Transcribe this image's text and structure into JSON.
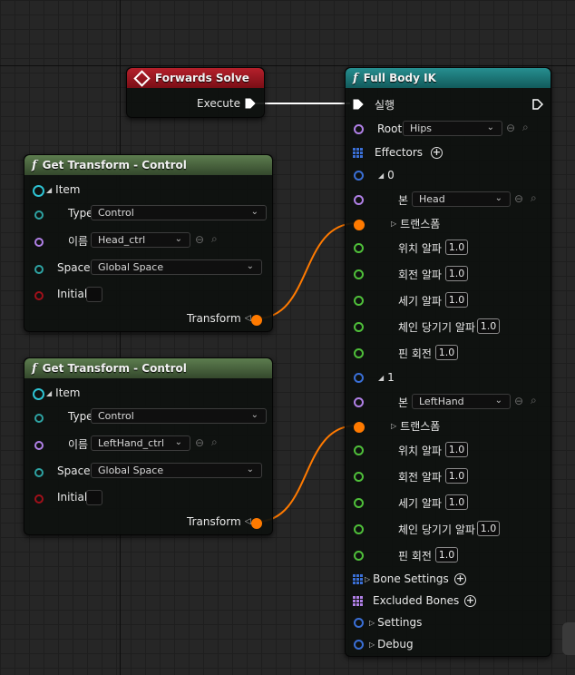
{
  "forwards_solve": {
    "title": "Forwards Solve",
    "execute_label": "Execute"
  },
  "gt1": {
    "title": "Get Transform - Control",
    "item_label": "Item",
    "type_label": "Type",
    "type_value": "Control",
    "name_label": "이름",
    "name_value": "Head_ctrl",
    "space_label": "Space",
    "space_value": "Global Space",
    "initial_label": "Initial",
    "transform_label": "Transform"
  },
  "gt2": {
    "title": "Get Transform - Control",
    "item_label": "Item",
    "type_label": "Type",
    "type_value": "Control",
    "name_label": "이름",
    "name_value": "LeftHand_ctrl",
    "space_label": "Space",
    "space_value": "Global Space",
    "initial_label": "Initial",
    "transform_label": "Transform"
  },
  "fbik": {
    "title": "Full Body IK",
    "exec_label": "실행",
    "root_label": "Root",
    "root_value": "Hips",
    "effectors_label": "Effectors",
    "effectors": [
      {
        "index": "0",
        "bone_label": "본",
        "bone_value": "Head",
        "transform_label": "트랜스폼",
        "pos_alpha_label": "위치 알파",
        "pos_alpha": "1.0",
        "rot_alpha_label": "회전 알파",
        "rot_alpha": "1.0",
        "strength_alpha_label": "세기 알파",
        "strength_alpha": "1.0",
        "pull_chain_label": "체인 당기기 알파",
        "pull_chain": "1.0",
        "pin_rot_label": "핀 회전",
        "pin_rot": "1.0"
      },
      {
        "index": "1",
        "bone_label": "본",
        "bone_value": "LeftHand",
        "transform_label": "트랜스폼",
        "pos_alpha_label": "위치 알파",
        "pos_alpha": "1.0",
        "rot_alpha_label": "회전 알파",
        "rot_alpha": "1.0",
        "strength_alpha_label": "세기 알파",
        "strength_alpha": "1.0",
        "pull_chain_label": "체인 당기기 알파",
        "pull_chain": "1.0",
        "pin_rot_label": "핀 회전",
        "pin_rot": "1.0"
      }
    ],
    "bone_settings_label": "Bone Settings",
    "excluded_bones_label": "Excluded Bones",
    "settings_label": "Settings",
    "debug_label": "Debug"
  },
  "colors": {
    "forwards_header": "#a01622",
    "get_transform_header": "#4c6a40",
    "fbik_header": "#1d7d7e",
    "wire_transform": "#ff7a00",
    "wire_exec": "#ffffff"
  }
}
